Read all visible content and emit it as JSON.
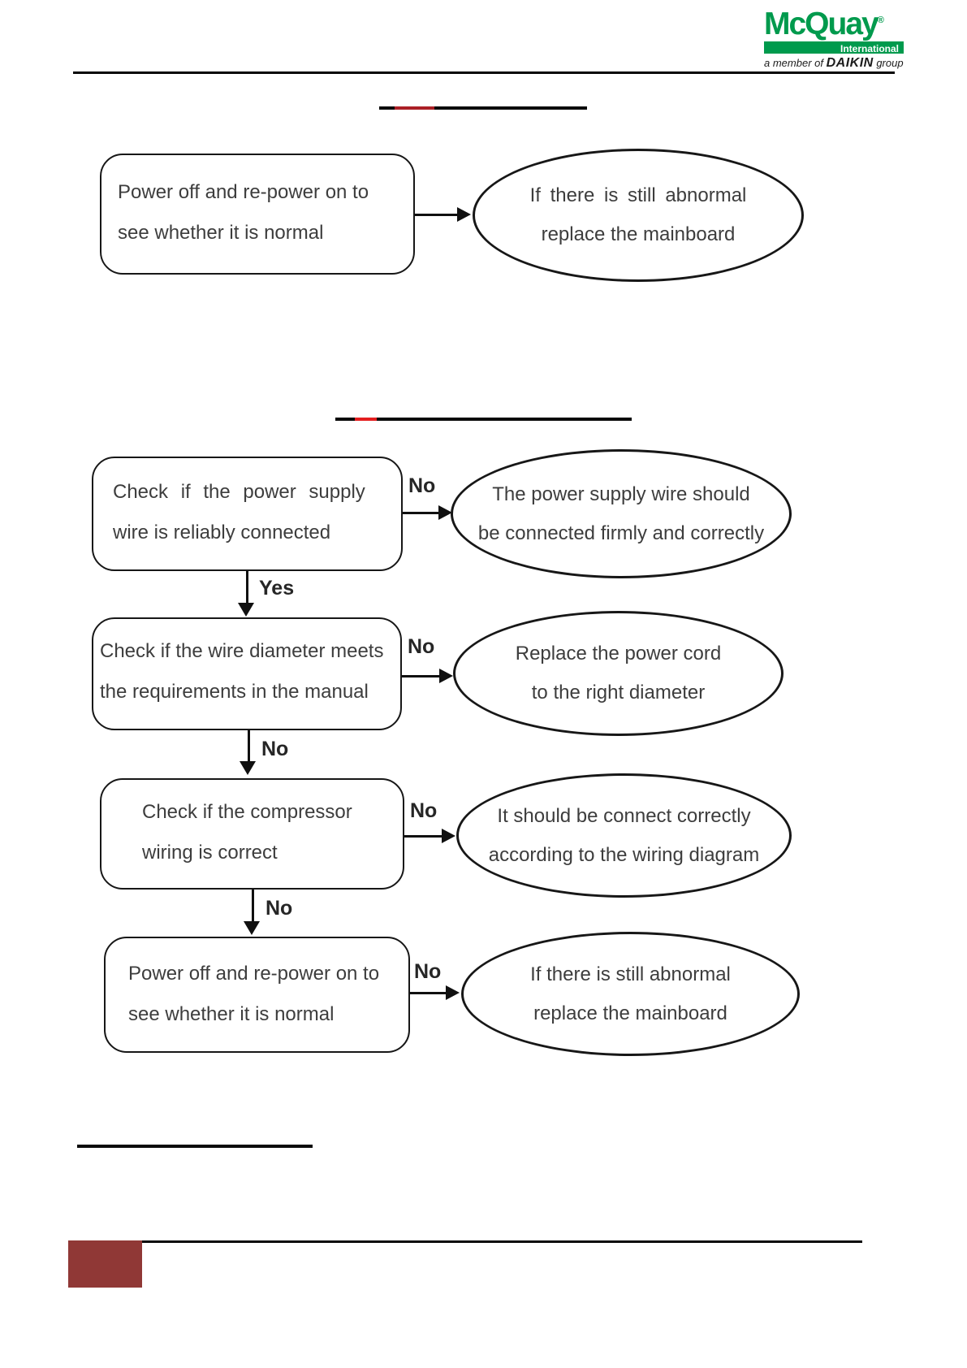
{
  "colors": {
    "brand_green": "#009a4d",
    "accent_red_dark": "#ab2025",
    "accent_red_bright": "#e41e1f",
    "footer_red": "#903836",
    "text": "#3d3d3d"
  },
  "header": {
    "brand": "McQuay",
    "registered_mark": "®",
    "brand_sub": "International",
    "tagline_pre": "a member of ",
    "tagline_brand": "DAIKIN",
    "tagline_post": " group"
  },
  "flowchart1": {
    "box_line1": "Power off and re-power on to",
    "box_line2": "see whether it is normal",
    "ellipse_line1": "If there is still abnormal",
    "ellipse_line2": "replace the mainboard"
  },
  "flowchart2": {
    "rows": [
      {
        "box_line1": "Check if the power supply",
        "box_line2": "wire is reliably connected",
        "branch_label": "No",
        "ellipse_line1": "The power supply wire should",
        "ellipse_line2": "be connected firmly and correctly",
        "down_label": "Yes"
      },
      {
        "box_line1": "Check if the wire diameter meets",
        "box_line2": "the requirements in the manual",
        "branch_label": "No",
        "ellipse_line1": "Replace the power cord",
        "ellipse_line2": "to the right diameter",
        "down_label": "No"
      },
      {
        "box_line1": "Check if the compressor",
        "box_line2": "wiring is correct",
        "branch_label": "No",
        "ellipse_line1": "It should be connect correctly",
        "ellipse_line2": "according to the wiring diagram",
        "down_label": "No"
      },
      {
        "box_line1": "Power off and re-power on to",
        "box_line2": "see whether it is normal",
        "branch_label": "No",
        "ellipse_line1": "If there is still abnormal",
        "ellipse_line2": "replace the mainboard"
      }
    ]
  }
}
